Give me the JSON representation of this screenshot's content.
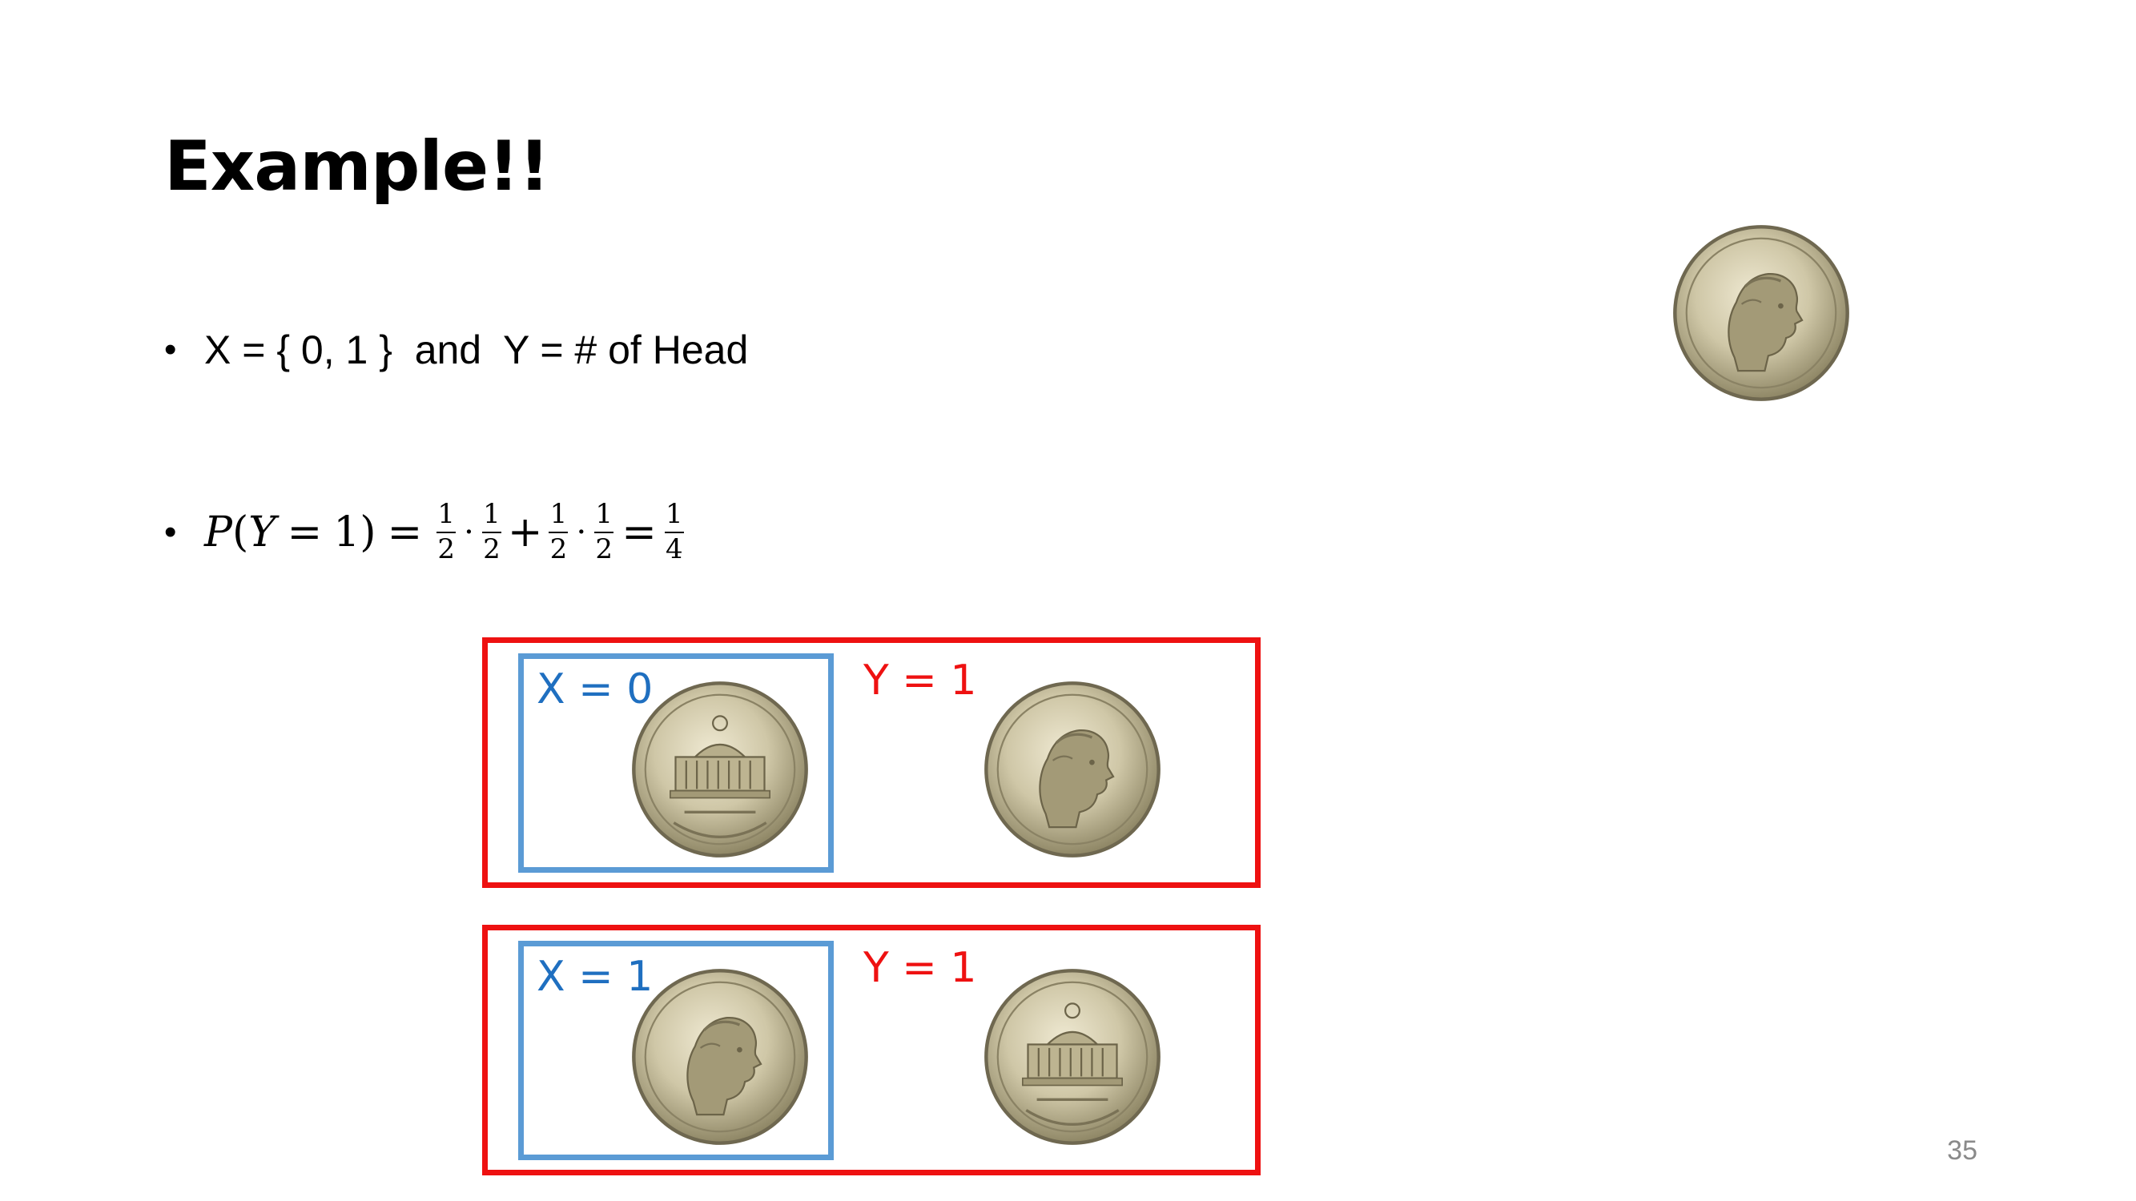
{
  "slide": {
    "title": "Example!!",
    "page_number": "35"
  },
  "bullets": [
    {
      "marker": "•",
      "text": "X = { 0, 1 }  and  Y = # of Head"
    },
    {
      "marker": "•",
      "math": {
        "lhs_func": "P",
        "lhs_open": "(",
        "lhs_var": "Y",
        "lhs_eq": "=",
        "lhs_val": "1",
        "lhs_close": ")",
        "eq": "=",
        "plus": "+",
        "cdot": "·",
        "frac_num": "1",
        "frac_den_2": "2",
        "frac_den_4": "4"
      }
    }
  ],
  "cases": [
    {
      "x_label": "X = 0",
      "y_label": "Y = 1",
      "coin_a": "tails",
      "coin_b": "heads"
    },
    {
      "x_label": "X = 1",
      "y_label": "Y = 1",
      "coin_a": "heads",
      "coin_b": "tails"
    }
  ],
  "colors": {
    "case_border": "#ee1111",
    "x_border": "#5b9bd5",
    "x_label": "#1f6fc0",
    "y_label": "#ee1111",
    "coin": "#c9c2a6"
  },
  "icons": {
    "coin_heads": "jefferson-nickel-heads-icon",
    "coin_tails": "monticello-nickel-tails-icon"
  }
}
